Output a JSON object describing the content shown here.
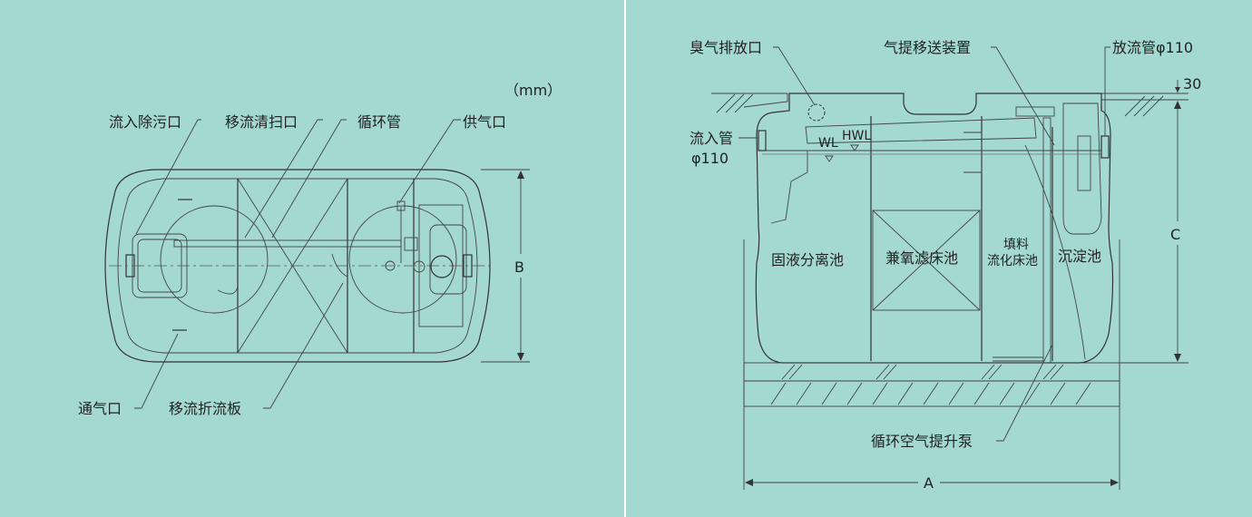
{
  "unit_note": "（mm）",
  "left_view": {
    "labels": {
      "inflow_cleanout": "流入除污口",
      "transfer_cleanout": "移流清扫口",
      "circulation_pipe": "循环管",
      "air_supply": "供气口",
      "vent": "通气口",
      "baffle": "移流折流板"
    },
    "dim_b": "B"
  },
  "right_view": {
    "labels": {
      "odor_outlet": "臭气排放口",
      "airlift_transfer": "气提移送装置",
      "discharge_pipe": "放流管φ110",
      "inflow_pipe": "流入管",
      "inflow_pipe_dia": "φ110",
      "wl": "WL",
      "hwl": "HWL",
      "solid_liquid": "固液分离池",
      "anoxic_filter": "兼氧滤床池",
      "media_1": "填料",
      "media_2": "流化床池",
      "settling": "沉淀池",
      "circ_pump": "循环空气提升泵"
    },
    "dim_30": "30",
    "dim_c": "C",
    "dim_a": "A"
  }
}
